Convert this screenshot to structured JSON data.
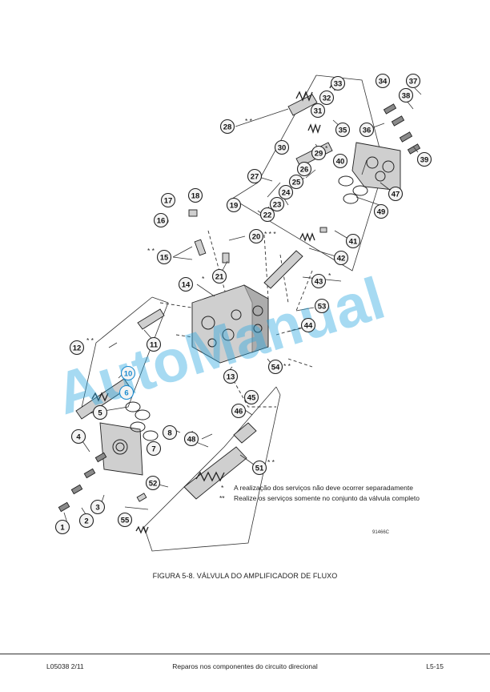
{
  "figure": {
    "callouts": [
      {
        "n": "1"
      },
      {
        "n": "2"
      },
      {
        "n": "3"
      },
      {
        "n": "4"
      },
      {
        "n": "5"
      },
      {
        "n": "6"
      },
      {
        "n": "7"
      },
      {
        "n": "8"
      },
      {
        "n": "10"
      },
      {
        "n": "11"
      },
      {
        "n": "12"
      },
      {
        "n": "13"
      },
      {
        "n": "14"
      },
      {
        "n": "15"
      },
      {
        "n": "16"
      },
      {
        "n": "17"
      },
      {
        "n": "18"
      },
      {
        "n": "19"
      },
      {
        "n": "20"
      },
      {
        "n": "21"
      },
      {
        "n": "22"
      },
      {
        "n": "23"
      },
      {
        "n": "24"
      },
      {
        "n": "25"
      },
      {
        "n": "26"
      },
      {
        "n": "27"
      },
      {
        "n": "28"
      },
      {
        "n": "29"
      },
      {
        "n": "30"
      },
      {
        "n": "31"
      },
      {
        "n": "32"
      },
      {
        "n": "33"
      },
      {
        "n": "34"
      },
      {
        "n": "35"
      },
      {
        "n": "36"
      },
      {
        "n": "37"
      },
      {
        "n": "38"
      },
      {
        "n": "39"
      },
      {
        "n": "40"
      },
      {
        "n": "41"
      },
      {
        "n": "42"
      },
      {
        "n": "43"
      },
      {
        "n": "44"
      },
      {
        "n": "45"
      },
      {
        "n": "46"
      },
      {
        "n": "47"
      },
      {
        "n": "48"
      },
      {
        "n": "49"
      },
      {
        "n": "51"
      },
      {
        "n": "52"
      },
      {
        "n": "53"
      },
      {
        "n": "54"
      },
      {
        "n": "55"
      }
    ],
    "asterisk_marks": {
      "m28": "* *",
      "m29": "*",
      "m12": "* *",
      "m14": "*",
      "m15": "* *",
      "m20": "* * *",
      "m43": "*",
      "m54": "* *",
      "m51": "* *"
    },
    "notes": [
      {
        "mark": "*",
        "text": "A realização dos serviços não deve ocorrer separadamente"
      },
      {
        "mark": "**",
        "text": "Realize os serviços somente no conjunto da válvula completo"
      }
    ],
    "drawing_code": "91466C",
    "watermark": "AutoManual",
    "highlight_color": "#1a8bd0",
    "watermark_color": "#2aa6e0"
  },
  "caption": "FIGURA 5-8. VÁLVULA DO AMPLIFICADOR DE FLUXO",
  "footer": {
    "left": "L05038 2/11",
    "center": "Reparos nos componentes do circuito direcional",
    "right": "L5-15"
  }
}
